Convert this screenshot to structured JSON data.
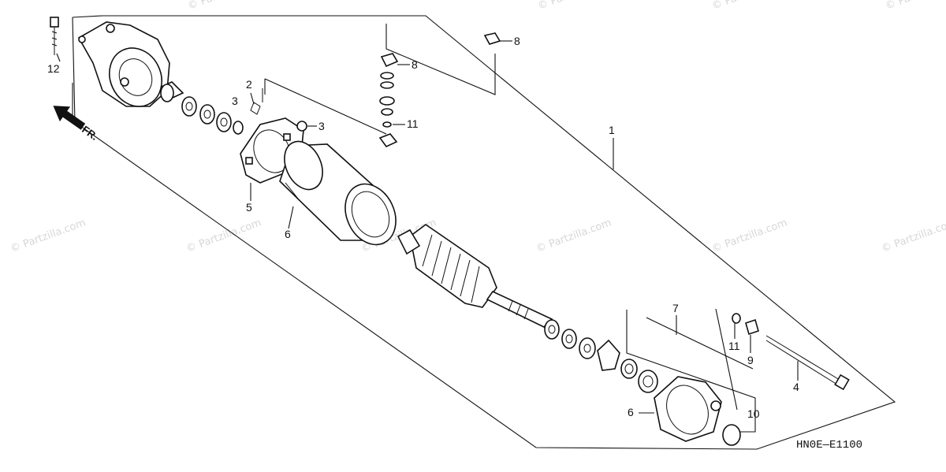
{
  "diagram": {
    "code": "HN0E—E1100",
    "direction_label": "FR.",
    "watermark": "© Partzilla.com",
    "callouts": [
      "12",
      "2",
      "3",
      "3",
      "8",
      "8",
      "11",
      "1",
      "5",
      "6",
      "7",
      "11",
      "9",
      "4",
      "6",
      "10"
    ]
  }
}
